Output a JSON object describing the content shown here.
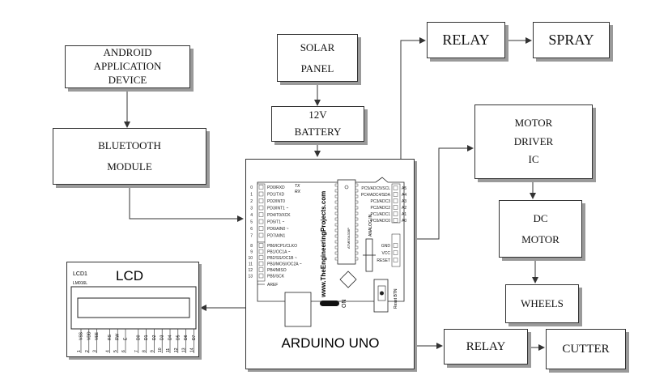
{
  "blocks": {
    "android": {
      "lines": [
        "ANDROID",
        "APPLICATION",
        "DEVICE"
      ]
    },
    "bluetooth": {
      "lines": [
        "BLUETOOTH",
        "MODULE"
      ]
    },
    "solar": {
      "lines": [
        "SOLAR",
        "PANEL"
      ]
    },
    "battery": {
      "lines": [
        "12V",
        "BATTERY"
      ]
    },
    "relay_top": {
      "label": "RELAY"
    },
    "spray": {
      "label": "SPRAY"
    },
    "motor_driver": {
      "lines": [
        "MOTOR",
        "DRIVER",
        "IC"
      ]
    },
    "dc_motor": {
      "lines": [
        "DC",
        "MOTOR"
      ]
    },
    "wheels": {
      "label": "WHEELS"
    },
    "relay_bottom": {
      "label": "RELAY"
    },
    "cutter": {
      "label": "CUTTER"
    },
    "lcd": {
      "ref": "LCD1",
      "model": "LM016L",
      "title": "LCD",
      "pins": [
        "VSS",
        "VDD",
        "VEE",
        "RS",
        "RW",
        "E",
        "D0",
        "D1",
        "D2",
        "D3",
        "D4",
        "D5",
        "D6",
        "D7"
      ],
      "pin_numbers": [
        "1",
        "2",
        "3",
        "4",
        "5",
        "6",
        "7",
        "8",
        "9",
        "10",
        "11",
        "12",
        "13",
        "14"
      ]
    },
    "arduino": {
      "label": "ARDUINO UNO",
      "website": "www.TheEngineeringProjects.com",
      "digital_pins": [
        "PD0/RXD",
        "PD1/TXD",
        "PD2/INT0",
        "PD3/INT1 ~",
        "PD4/T0/XCK",
        "PD5/T1 ~",
        "PD6/AIN0 ~",
        "PD7/AIN1"
      ],
      "digital_pins_2": [
        "PB0/ICP1/CLKO",
        "PB1/OC1A ~",
        "PB2/SS/OC1B ~",
        "PB3/MOSI/OC2A ~",
        "PB4/MISO",
        "PB5/SCK"
      ],
      "digital_numbers": [
        "0",
        "1",
        "2",
        "3",
        "4",
        "5",
        "6",
        "7",
        "8",
        "9",
        "10",
        "11",
        "12",
        "13"
      ],
      "analog_pins": [
        "PC5/ADC5/SCL",
        "PC4/ADC4/SDA",
        "PC3/ADC3",
        "PC2/ADC2",
        "PC1/ADC1",
        "PC0/ADC0"
      ],
      "analog_labels": [
        "A5",
        "A4",
        "A3",
        "A2",
        "A1",
        "A0"
      ],
      "power_pins": [
        "GND",
        "VCC",
        "RESET"
      ],
      "tx_rx": [
        "TX",
        "RX"
      ],
      "aref": "AREF",
      "analog_in": "ANALOG IN",
      "chip_name": "ATMEGA328P",
      "on_label": "ON",
      "reset_btn": "Reset BTN"
    }
  }
}
